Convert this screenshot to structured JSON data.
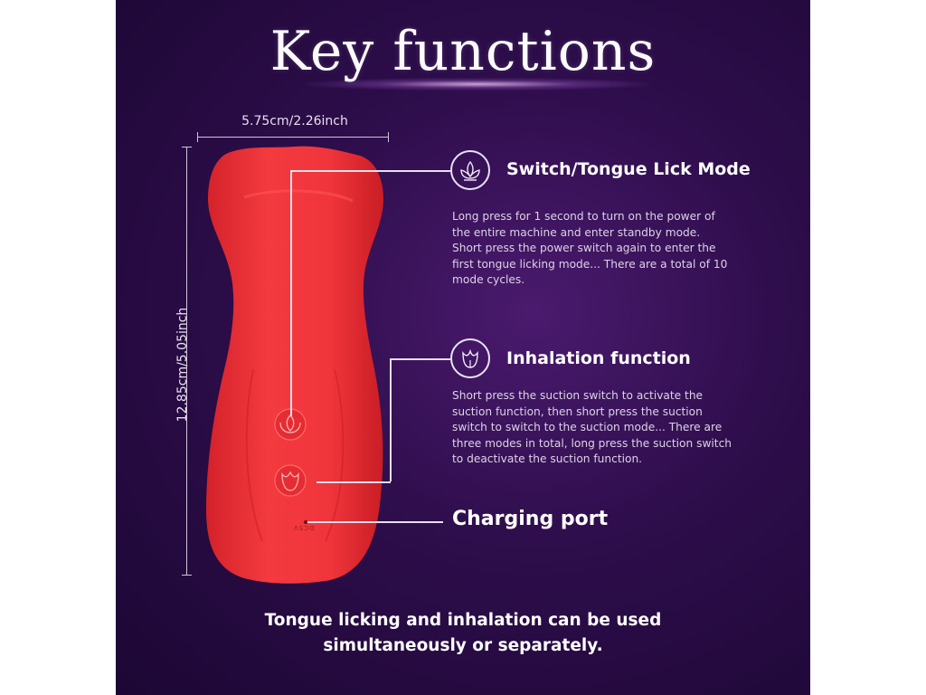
{
  "title": "Key functions",
  "dimensions": {
    "width_label": "5.75cm/2.26inch",
    "height_label": "12.85cm/5.05inch"
  },
  "device": {
    "body_color": "#f0353b",
    "port_marking": "DC5V"
  },
  "features": [
    {
      "icon": "lotus-icon",
      "heading": "Switch/Tongue Lick Mode",
      "description": "Long press for 1 second to turn on the power of the entire machine and enter standby mode. Short press the power switch again to enter the first tongue licking mode... There are a total of 10 mode cycles."
    },
    {
      "icon": "tulip-icon",
      "heading": "Inhalation function",
      "description": "Short press the suction switch to activate the suction function, then short press the suction switch to switch to the suction mode... There are three modes in total, long press the suction switch to deactivate the suction function."
    }
  ],
  "charging": {
    "heading": "Charging port"
  },
  "bottom_note": {
    "line1": "Tongue licking and inhalation can be used",
    "line2": "simultaneously or separately."
  },
  "colors": {
    "background_center": "#4a1a6e",
    "background_edge": "#1c0734",
    "text": "#ffffff",
    "accent_line": "#e7e0ee"
  }
}
